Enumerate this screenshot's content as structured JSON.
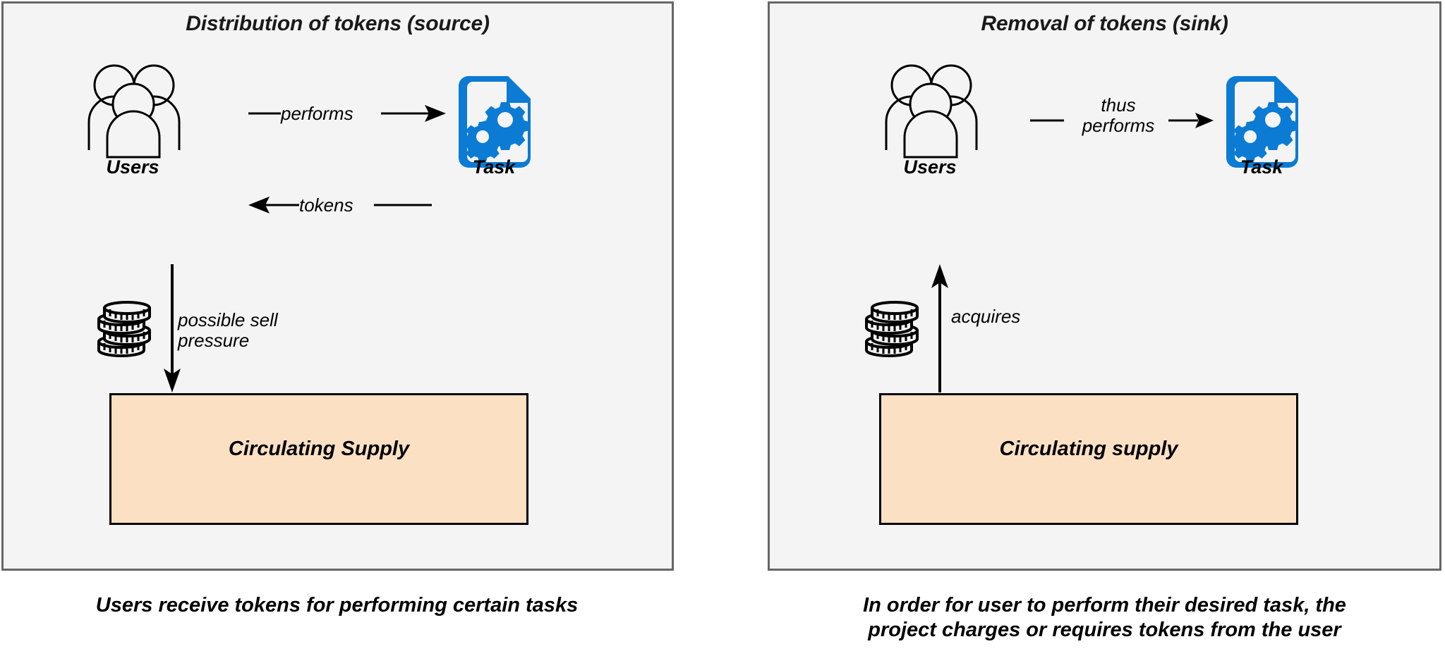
{
  "diagram": {
    "title_source": "Distribution of tokens (source)",
    "title_sink": "Removal of tokens (sink)",
    "colors": {
      "panel_background": "#f4f4f4",
      "panel_border": "#666666",
      "supply_box_fill": "#fce0c4",
      "supply_box_border": "#000000",
      "task_icon": "#0b7bd4",
      "ink": "#000000"
    }
  },
  "source_panel": {
    "title": "Distribution of tokens (source)",
    "users_label": "Users",
    "task_label": "Task",
    "edge_performs": "performs",
    "edge_tokens": "tokens",
    "edge_sell_pressure_line1": "possible sell",
    "edge_sell_pressure_line2": "pressure",
    "supply_label": "Circulating Supply",
    "icons": {
      "users": "users-icon",
      "task": "task-document-gears-icon",
      "coins": "coin-stack-icon"
    },
    "caption": "Users receive tokens for performing certain tasks"
  },
  "sink_panel": {
    "title": "Removal of tokens (sink)",
    "users_label": "Users",
    "task_label": "Task",
    "edge_thus_line1": "thus",
    "edge_thus_line2": "performs",
    "edge_acquires": "acquires",
    "supply_label": "Circulating supply",
    "icons": {
      "users": "users-icon",
      "task": "task-document-gears-icon",
      "coins": "coin-stack-icon"
    },
    "caption_line1": "In order for user to perform their desired task, the",
    "caption_line2": "project charges or requires tokens from the user"
  }
}
